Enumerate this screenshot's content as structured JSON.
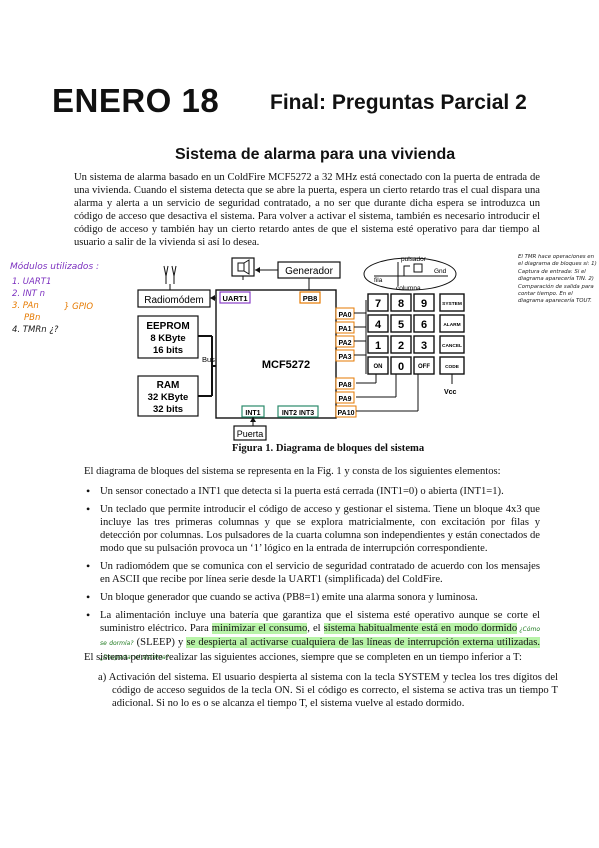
{
  "header": {
    "left": "ENERO 18",
    "right": "Final: Preguntas Parcial 2"
  },
  "doc": {
    "title": "Sistema de alarma para una vivienda",
    "intro": "Un sistema de alarma basado en un ColdFire MCF5272 a 32 MHz está conectado con la puerta de entrada de una vivienda. Cuando el sistema detecta que se abre la puerta, espera un cierto retardo tras el cual dispara una alarma y alerta a un servicio de seguridad contratado, a no ser que durante dicha espera se introduzca un código de acceso que desactiva el sistema. Para volver a activar el sistema, también es necesario introducir el código de acceso y también hay un cierto retardo antes de que el sistema esté operativo para dar tiempo al usuario a salir de la vivienda si así lo desea.",
    "figure_caption": "Figura 1. Diagrama de bloques del sistema",
    "desc": "El diagrama de bloques del sistema se representa en la Fig. 1 y consta de los siguientes elementos:",
    "bullets": [
      "Un sensor conectado a INT1 que detecta si la puerta está cerrada (INT1=0) o abierta (INT1=1).",
      "Un teclado que permite introducir el código de acceso y gestionar el sistema. Tiene un bloque 4x3 que incluye las tres primeras columnas y que se explora matricialmente, con excitación por filas y detección por columnas. Los pulsadores de la cuarta columna son independientes y están conectados de modo que su pulsación provoca un ‘1’ lógico en la entrada de interrupción correspondiente.",
      "Un radiomódem que se comunica con el servicio de seguridad contratado de acuerdo con los mensajes en ASCII que recibe por línea serie desde la UART1 (simplificada) del ColdFire.",
      "Un bloque generador que cuando se activa (PB8=1) emite una alarma sonora y luminosa."
    ],
    "bullet5": {
      "a": "La alimentación incluye una batería que garantiza que el sistema esté operativo aunque se corte el suministro eléctrico. Para ",
      "h1": "minimizar el consumo",
      "b": ", el ",
      "h2": "sistema habitualmente está en modo dormido",
      "n1": " ¿Cómo se dormía?",
      "c": " (SLEEP) y ",
      "h3": "se despierta al activarse cualquiera de las líneas de interrupción externa utilizadas.",
      "n2": " ¿Despertar el sistema?"
    },
    "actions_intro": "El sistema permite realizar las siguientes acciones, siempre que se completen en un tiempo inferior a T:",
    "action_a": "a) Activación del sistema. El usuario despierta al sistema con la tecla SYSTEM y teclea los tres dígitos del código de acceso seguidos de la tecla ON. Si el código es correcto, el sistema se activa tras un tiempo T adicional. Si no lo es o se alcanza el tiempo T, el sistema vuelve al estado dormido."
  },
  "annotations": {
    "modules_title": "Módulos utilizados :",
    "modules": [
      {
        "text": "1. UART1",
        "color": "#7b2fbf"
      },
      {
        "text": "2. INT n",
        "color": "#7b2fbf"
      },
      {
        "text": "3. PAn",
        "color": "#e67a00"
      },
      {
        "text": "PBn",
        "color": "#e67a00"
      },
      {
        "text": "4. TMRn ¿?",
        "color": "#1a1a1a"
      }
    ],
    "gpio": "} GPIO",
    "side_note": "El TMR hace operaciones en el diagrama de bloques si: 1) Captura de entrada: Si el diagrama aparecería TIN. 2) Comparación de salida para contar tiempo. En el diagrama aparecería TOUT."
  },
  "diagram": {
    "generador": "Generador",
    "radiomodem": "Radiomódem",
    "uart1": "UART1",
    "pb8": "PB8",
    "eeprom": [
      "EEPROM",
      "8 KByte",
      "16 bits"
    ],
    "ram": [
      "RAM",
      "32 KByte",
      "32 bits"
    ],
    "bus": "Bus",
    "mcu": "MCF5272",
    "pins_left": [
      "PA0",
      "PA1",
      "PA2",
      "PA3"
    ],
    "pins_bottom": [
      "PA8",
      "PA9",
      "PA10"
    ],
    "int1": "INT1",
    "int23": "INT2  INT3",
    "puerta": "Puerta",
    "pulsador": "pulsador",
    "fila": "fila",
    "columna": "columna",
    "gnd": "Gnd",
    "vcc": "Vcc",
    "keys": [
      "7",
      "8",
      "9",
      "4",
      "5",
      "6",
      "1",
      "2",
      "3",
      "ON",
      "0",
      "OFF"
    ],
    "func_keys": [
      "SYSTEM",
      "ALARM",
      "CANCEL",
      "CODE"
    ]
  },
  "colors": {
    "uart": "#8a3fc7",
    "pb8": "#e67a00",
    "pins": "#e67a00",
    "ints": "#2a8a6a",
    "highlight": "#b8f3a8"
  }
}
